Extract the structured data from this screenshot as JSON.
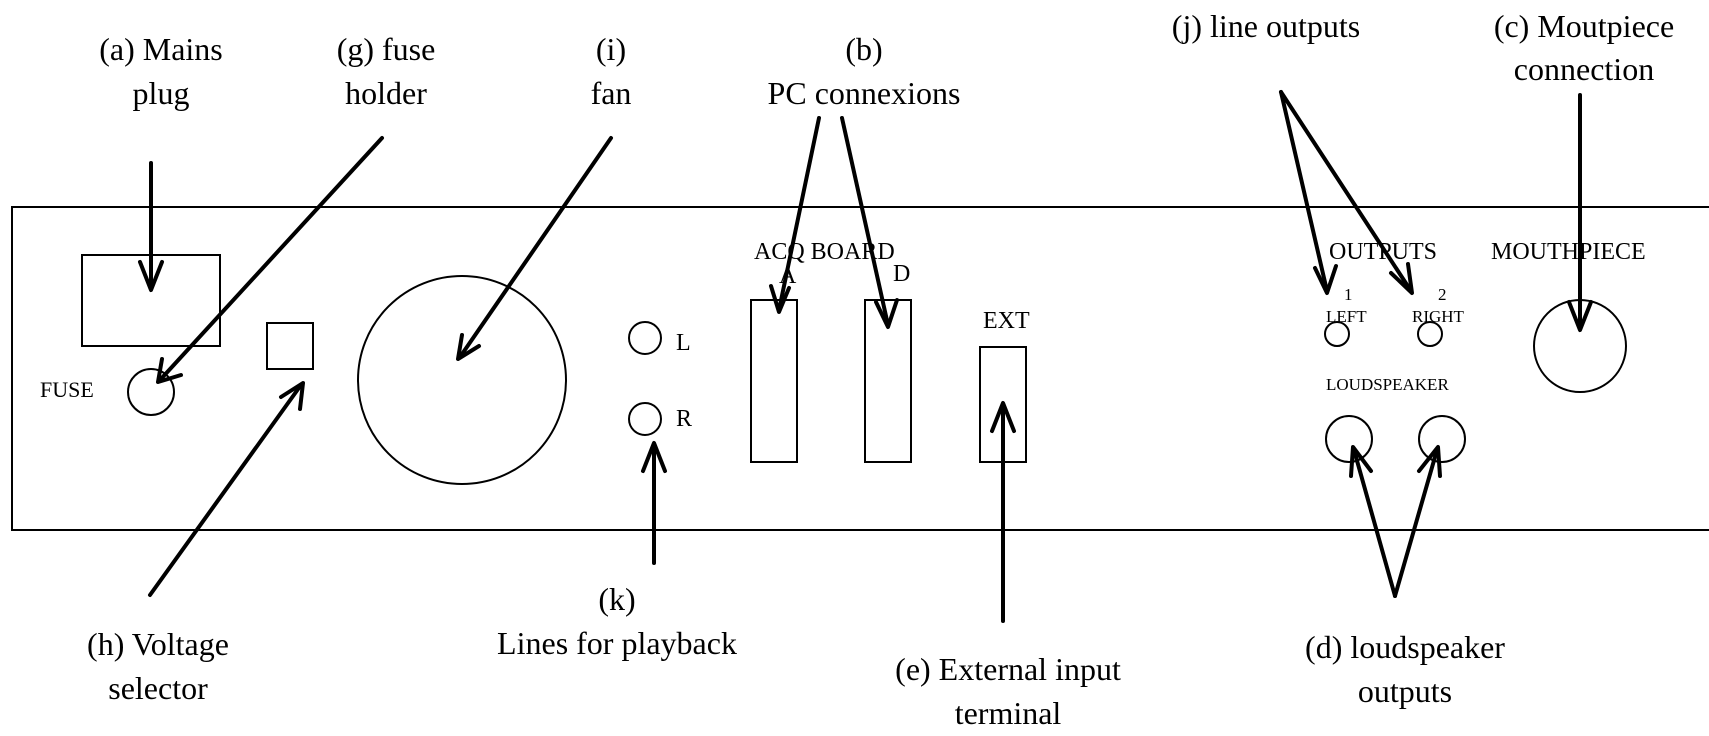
{
  "callouts": {
    "a": [
      "(a) Mains",
      "plug"
    ],
    "g": [
      "(g) fuse",
      "holder"
    ],
    "i": [
      "(i)",
      "fan"
    ],
    "b": [
      "(b)",
      "PC connexions"
    ],
    "j": [
      "(j) line outputs"
    ],
    "c": [
      "(c) Moutpiece",
      "connection"
    ],
    "h": [
      "(h) Voltage",
      "selector"
    ],
    "k": [
      "(k)",
      "Lines for playback"
    ],
    "e": [
      "(e) External input",
      "terminal"
    ],
    "d": [
      "(d) loudspeaker",
      "outputs"
    ]
  },
  "panel": {
    "fuse": "FUSE",
    "line_l": "L",
    "line_r": "R",
    "acq_board": "ACQ BOARD",
    "acq_a": "A",
    "acq_d": "D",
    "ext": "EXT",
    "outputs": "OUTPUTS",
    "out_1": "1",
    "out_2": "2",
    "left": "LEFT",
    "right": "RIGHT",
    "loudspeaker": "LOUDSPEAKER",
    "mouthpiece": "MOUTHPIECE"
  }
}
